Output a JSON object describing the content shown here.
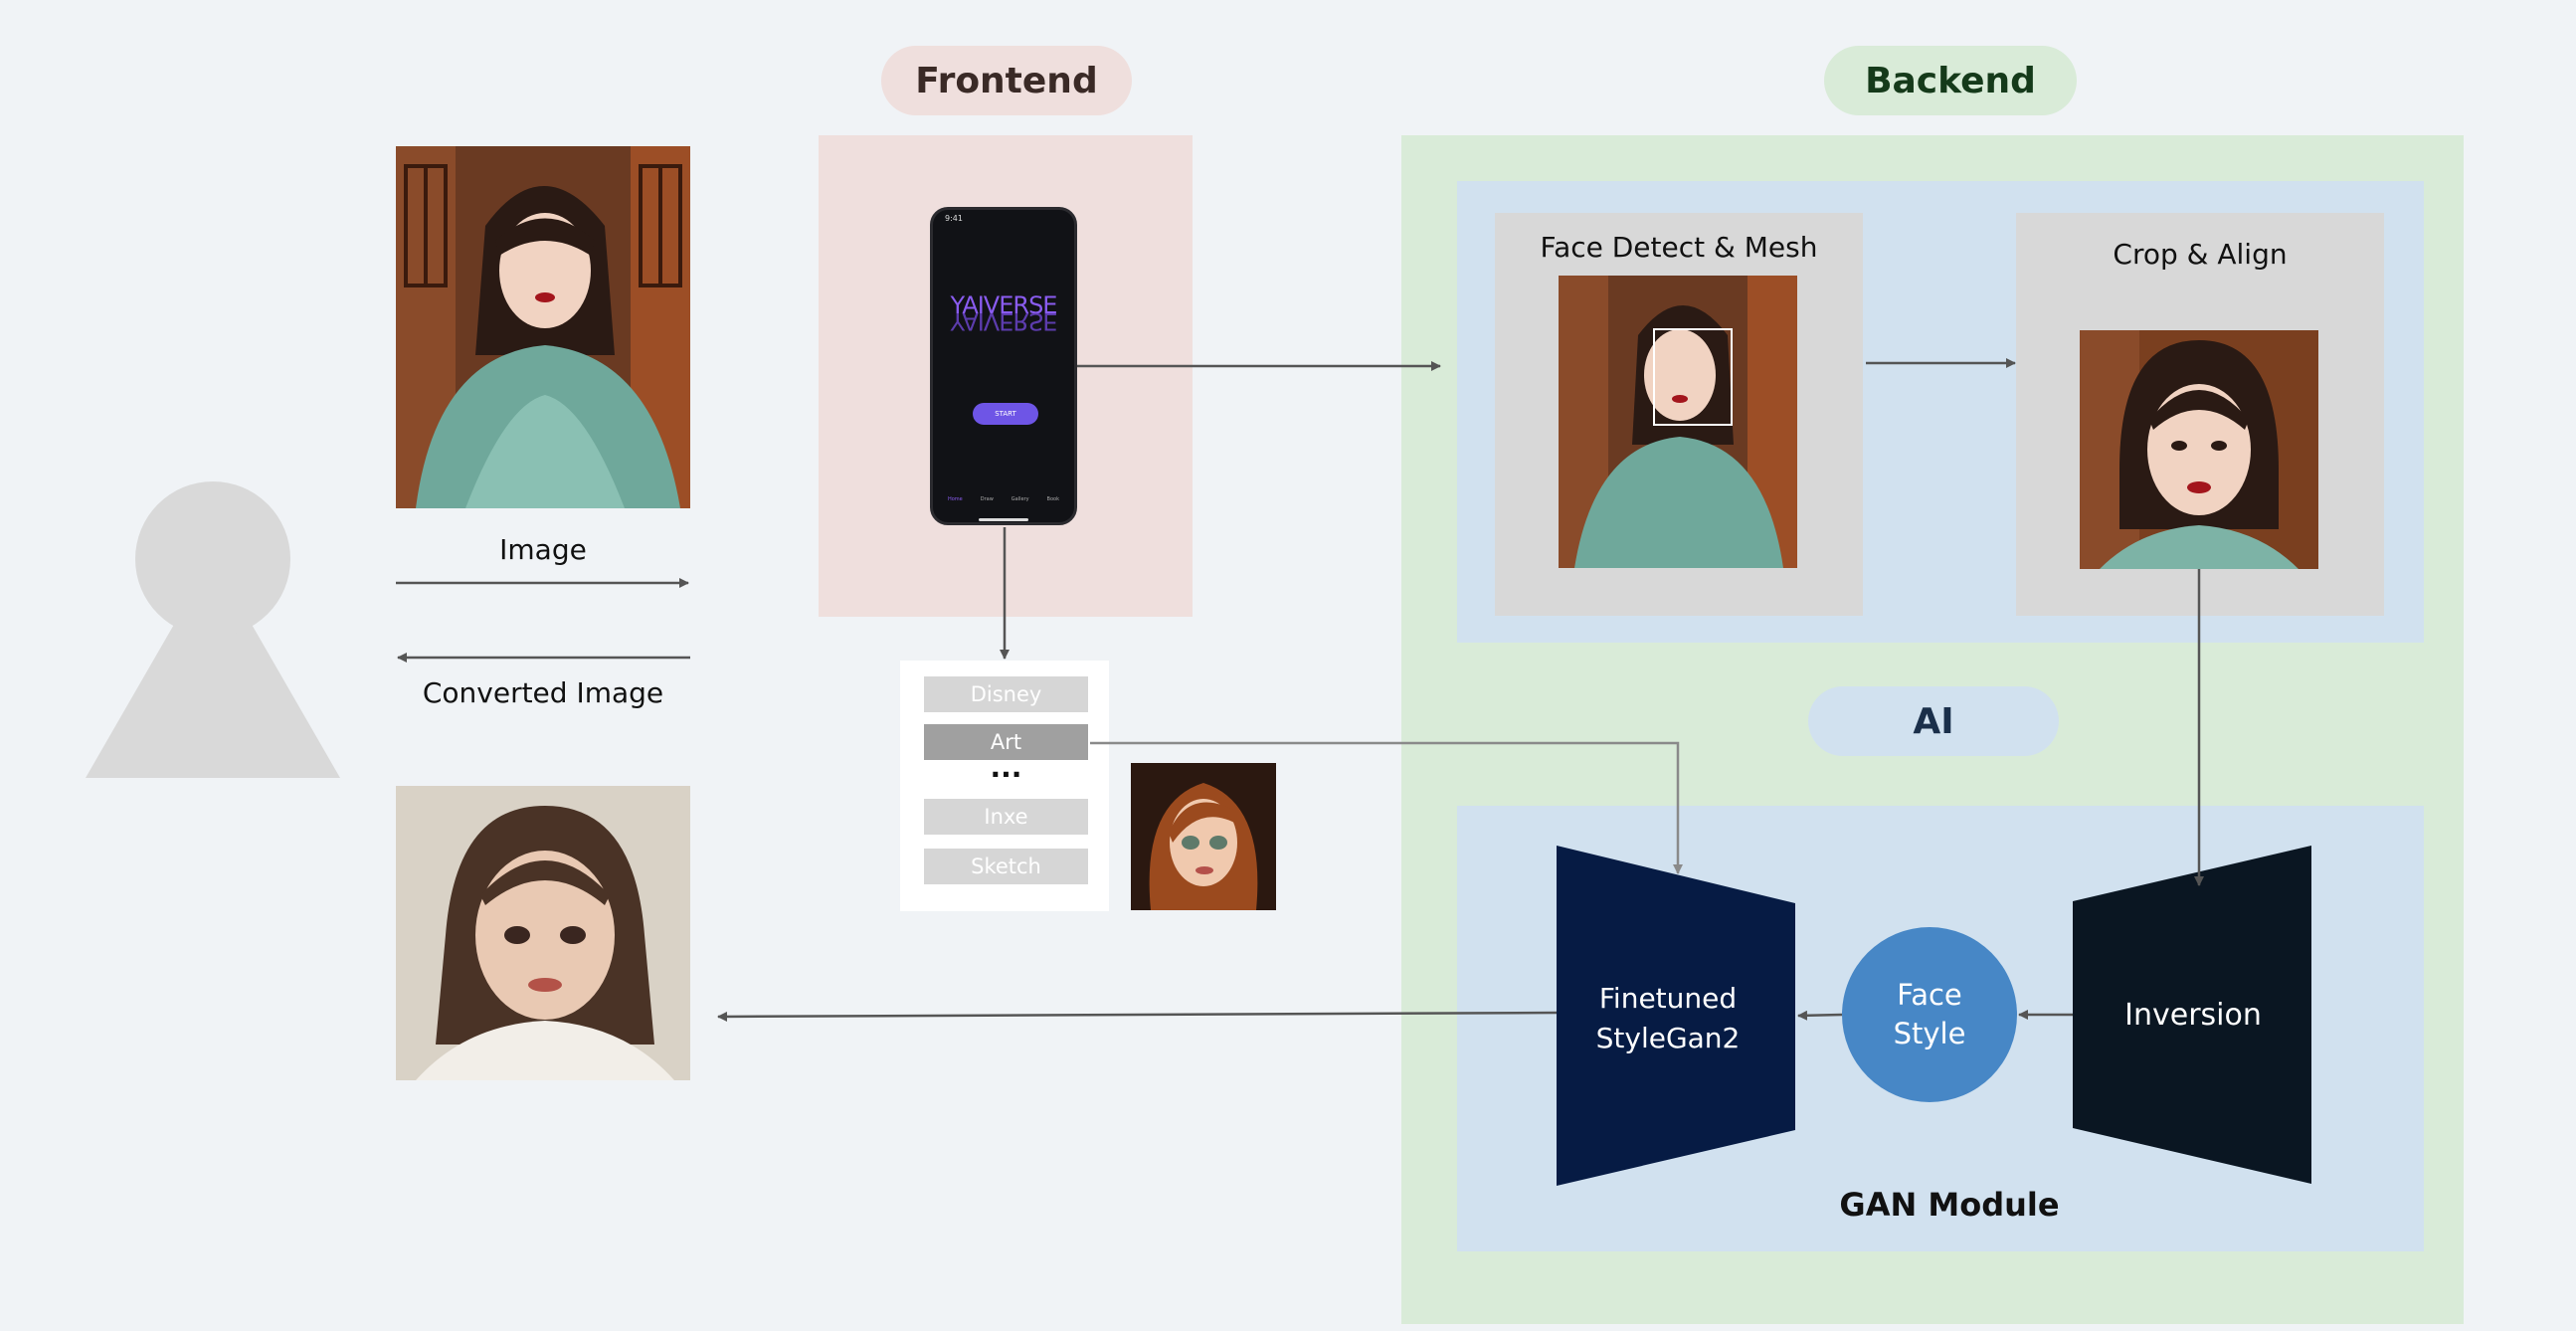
{
  "frontend": {
    "label": "Frontend"
  },
  "backend": {
    "label": "Backend"
  },
  "ai": {
    "label": "AI"
  },
  "gan": {
    "label": "GAN Module"
  },
  "user": {
    "image_label": "Image",
    "converted_label": "Converted Image"
  },
  "phone": {
    "status_time": "9:41",
    "logo": "YAIVERSE",
    "start_button": "START",
    "nav": [
      "Home",
      "Draw",
      "Gallery",
      "Book"
    ]
  },
  "styles": {
    "items": [
      "Disney",
      "Art",
      "Inxe",
      "Sketch"
    ],
    "selected": "Art",
    "ellipsis": "..."
  },
  "face_detect": {
    "label": "Face Detect & Mesh"
  },
  "crop_align": {
    "label": "Crop & Align"
  },
  "generator": {
    "label_line1": "Finetuned",
    "label_line2": "StyleGan2"
  },
  "face_style": {
    "label_line1": "Face",
    "label_line2": "Style"
  },
  "inversion": {
    "label": "Inversion"
  },
  "colors": {
    "frontend_bg": "#efdfdd",
    "backend_bg": "#d9ebd8",
    "ai_bg": "#d1e1ef",
    "generator": "#061b44",
    "inversion": "#0a1622",
    "face_style": "#4787c6"
  }
}
